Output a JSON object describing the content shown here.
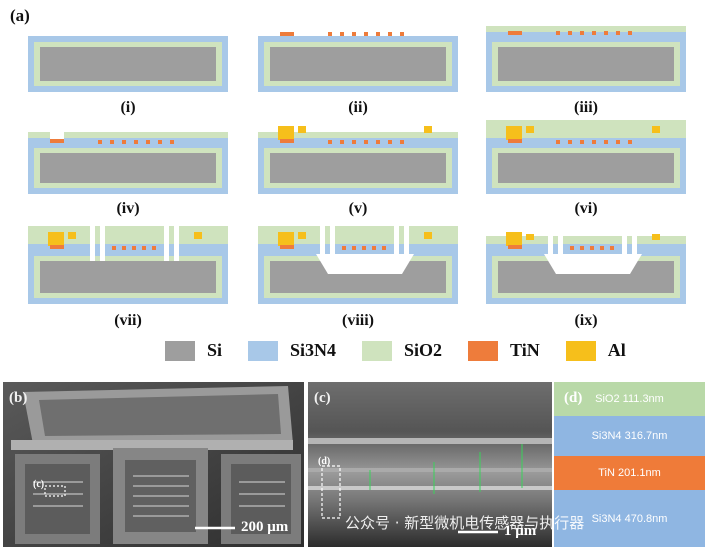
{
  "panel_a_label": "(a)",
  "steps": [
    "(i)",
    "(ii)",
    "(iii)",
    "(iv)",
    "(v)",
    "(vi)",
    "(vii)",
    "(viii)",
    "(ix)"
  ],
  "legend": [
    {
      "label": "Si",
      "color": "#9e9e9e"
    },
    {
      "label": "Si3N4",
      "color": "#a8c8e8"
    },
    {
      "label": "SiO2",
      "color": "#cfe3be"
    },
    {
      "label": "TiN",
      "color": "#ee7c3b"
    },
    {
      "label": "Al",
      "color": "#f6bf1b"
    }
  ],
  "sem_b": {
    "label": "(b)",
    "sublabel": "(c)",
    "scale": "200 μm"
  },
  "sem_c": {
    "label": "(c)",
    "sublabel": "(d)",
    "scale": "1 μm"
  },
  "layer_stack": {
    "label": "(d)",
    "layers": [
      {
        "text": "SiO2 111.3nm",
        "color": "#b9d9a8"
      },
      {
        "text": "Si3N4 316.7nm",
        "color": "#8fb6e2"
      },
      {
        "text": "TiN 201.1nm",
        "color": "#ef7b39"
      },
      {
        "text": "Si3N4 470.8nm",
        "color": "#8fb6e2"
      }
    ]
  },
  "watermark": "公众号 · 新型微机电传感器与执行器"
}
